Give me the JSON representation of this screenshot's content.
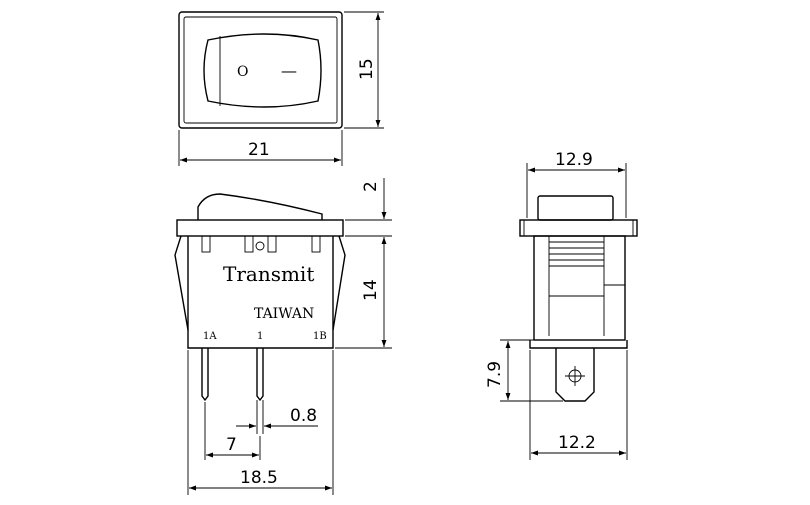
{
  "top_view": {
    "symbol_off": "O",
    "symbol_on": "—",
    "width_label": "21",
    "height_label": "15"
  },
  "front_view": {
    "brand": "Transmit",
    "origin": "TAIWAN",
    "terminal_left": "1A",
    "terminal_mid": "1",
    "terminal_right": "1B",
    "rocker_height_label": "2",
    "body_height_label": "14",
    "pin_width_label": "0.8",
    "pin_spacing_label": "7",
    "total_width_label": "18.5"
  },
  "side_view": {
    "top_width_label": "12.9",
    "terminal_length_label": "7.9",
    "bottom_width_label": "12.2"
  }
}
